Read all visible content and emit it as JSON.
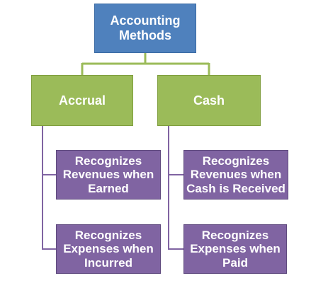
{
  "diagram": {
    "root": {
      "label": "Accounting\nMethods"
    },
    "branches": [
      {
        "label": "Accrual",
        "children": [
          {
            "label": "Recognizes\nRevenues when\nEarned"
          },
          {
            "label": "Recognizes\nExpenses when\nIncurred"
          }
        ]
      },
      {
        "label": "Cash",
        "children": [
          {
            "label": "Recognizes\nRevenues when\nCash is Received"
          },
          {
            "label": "Recognizes\nExpenses when\nPaid"
          }
        ]
      }
    ],
    "colors": {
      "root_fill": "#4f81bd",
      "level1_fill": "#9bbb59",
      "leaf_fill": "#8064a2",
      "connector_green": "#9bbb59",
      "connector_purple": "#8064a2",
      "text": "#ffffff"
    }
  }
}
